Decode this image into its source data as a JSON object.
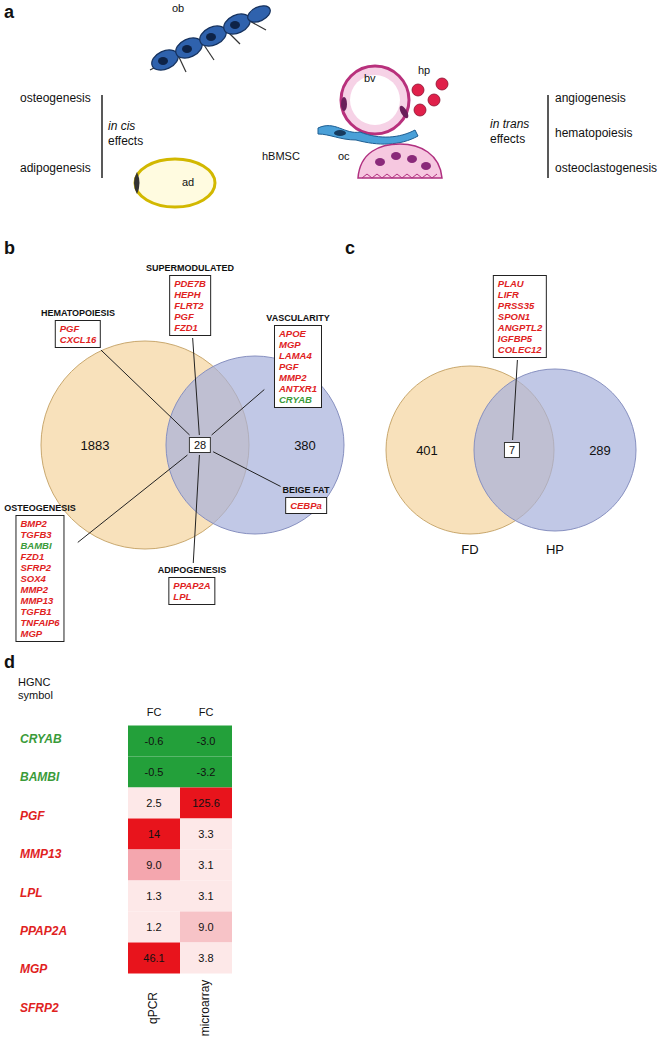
{
  "diagram": {
    "nodes": [
      {
        "text": [
          "1883"
        ]
      },
      {
        "text": [
          "380"
        ]
      },
      {
        "text": [
          "28"
        ]
      },
      {
        "text": [
          "HEMATOPOIESIS",
          "PGF",
          "CXCL16"
        ]
      },
      {
        "text": [
          "SUPERMODULATED",
          "PDE7B",
          "HEPH",
          "FLRT2",
          "PGF",
          "FZD1"
        ]
      },
      {
        "text": [
          "VASCULARITY",
          "APOE",
          "MGP",
          "LAMA4",
          "PGF",
          "MMP2",
          "ANTXR1",
          "CRYAB"
        ]
      },
      {
        "text": [
          "OSTEOGENESIS",
          "BMP2",
          "TGFB3",
          "BAMBI",
          "FZD1",
          "SFRP2",
          "SOX4",
          "MMP2",
          "MMP13",
          "TGFB1",
          "TNFAIP6",
          "MGP"
        ]
      },
      {
        "text": [
          "ADIPOGENESIS",
          "PPAP2A",
          "LPL"
        ]
      },
      {
        "text": [
          "BEIGE FAT",
          "CEBPa"
        ]
      },
      {
        "text": [
          "401"
        ]
      },
      {
        "text": [
          "289"
        ]
      },
      {
        "text": [
          "7"
        ]
      },
      {
        "text": [
          "PLAU",
          "LIFR",
          "PRSS35",
          "SPON1",
          "ANGPTL2",
          "IGFBP5",
          "COLEC12"
        ]
      }
    ],
    "edges": [
      {
        "from": 2,
        "to": 3,
        "arrow": "none"
      },
      {
        "from": 2,
        "to": 4,
        "arrow": "none"
      },
      {
        "from": 2,
        "to": 5,
        "arrow": "none"
      },
      {
        "from": 2,
        "to": 6,
        "arrow": "none"
      },
      {
        "from": 2,
        "to": 7,
        "arrow": "none"
      },
      {
        "from": 2,
        "to": 8,
        "arrow": "none"
      },
      {
        "from": 11,
        "to": 12,
        "arrow": "none"
      }
    ],
    "labels": [
      "a",
      "osteogenesis",
      "adipogenesis",
      "in cis",
      "effects",
      "ob",
      "bv",
      "hp",
      "hBMSC",
      "oc",
      "ad",
      "in trans",
      "effects",
      "angiogenesis",
      "hematopoiesis",
      "osteoclastogenesis",
      "b",
      "c",
      "FD",
      "HP",
      "d",
      "HGNC symbol",
      "FC",
      "FC",
      "CRYAB",
      "-0.6",
      "-3.0",
      "BAMBI",
      "-0.5",
      "-3.2",
      "PGF",
      "2.5",
      "125.6",
      "MMP13",
      "14",
      "3.3",
      "LPL",
      "9.0",
      "3.1",
      "PPAP2A",
      "1.3",
      "3.1",
      "MGP",
      "1.2",
      "9.0",
      "SFRP2",
      "46.1",
      "3.8",
      "qPCR",
      "microarray"
    ]
  }
}
